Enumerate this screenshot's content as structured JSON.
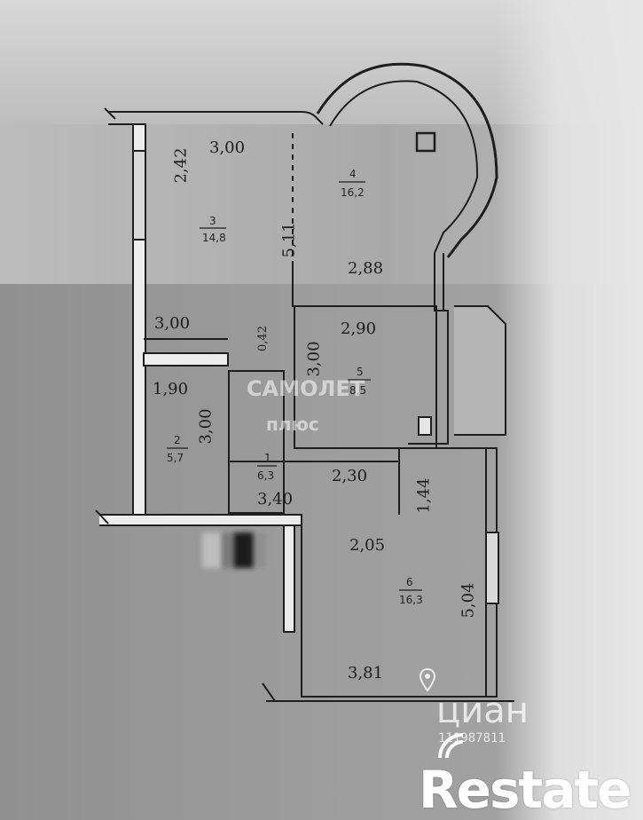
{
  "plan": {
    "rooms": [
      {
        "id": "room-3",
        "number": "3",
        "area": "14,8"
      },
      {
        "id": "room-4",
        "number": "4",
        "area": "16,2"
      },
      {
        "id": "room-5",
        "number": "5",
        "area": "8,5"
      },
      {
        "id": "room-2",
        "number": "2",
        "area": "5,7"
      },
      {
        "id": "room-1",
        "number": "1",
        "area": "6,3"
      },
      {
        "id": "room-6",
        "number": "6",
        "area": "16,3"
      }
    ],
    "dimensions": {
      "d_2_42": "2,42",
      "d_3_00_top": "3,00",
      "d_5_11": "5,11",
      "d_2_88": "2,88",
      "d_3_00_mid": "3,00",
      "d_0_42": "0,42",
      "d_2_90": "2,90",
      "d_3_00_r5": "3,00",
      "d_1_90": "1,90",
      "d_3_00_r2": "3,00",
      "d_2_30": "2,30",
      "d_1_44": "1,44",
      "d_3_40": "3,40",
      "d_2_05": "2,05",
      "d_5_04": "5,04",
      "d_3_81": "3,81"
    }
  },
  "watermarks": {
    "samolet_line1": "САМОЛЕТ",
    "samolet_line2": "плюс",
    "cian_name": "циан",
    "cian_id": "111987811",
    "restate": "Restate"
  },
  "colors": {
    "wall": "#f2f2f2",
    "wall_stroke": "#1e1e1e",
    "ink": "#1d1d1d"
  }
}
